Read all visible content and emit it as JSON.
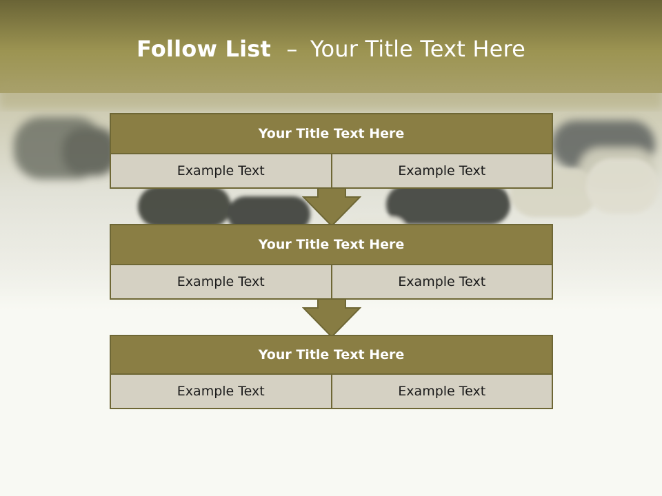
{
  "slide": {
    "title_bold": "Follow List",
    "title_dash": "–",
    "title_rest": "Your Title Text Here"
  },
  "blocks": [
    {
      "title": "Your Title Text Here",
      "cells": [
        "Example Text",
        "Example Text"
      ]
    },
    {
      "title": "Your Title Text Here",
      "cells": [
        "Example Text",
        "Example Text"
      ]
    },
    {
      "title": "Your Title Text Here",
      "cells": [
        "Example Text",
        "Example Text"
      ]
    }
  ],
  "colors": {
    "header_fill": "#8a7e44",
    "border": "#6e6735",
    "cell_fill": "#d5d1c3",
    "arrow_fill": "#877c43"
  },
  "icons": [
    "down-arrow-icon",
    "down-arrow-icon"
  ]
}
